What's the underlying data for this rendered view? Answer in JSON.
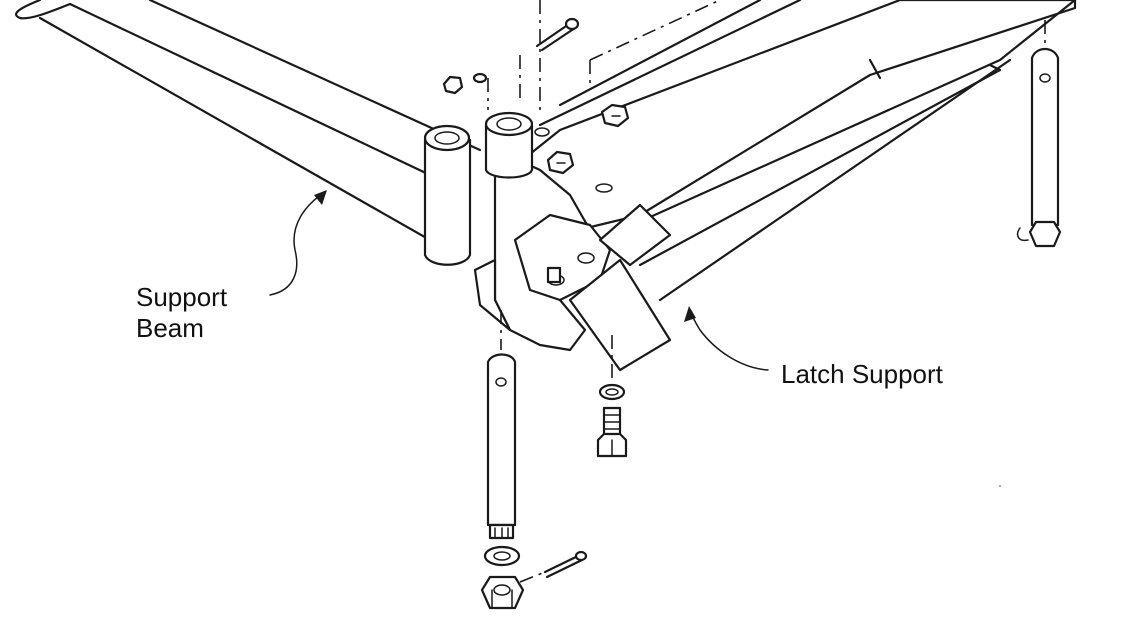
{
  "labels": {
    "support_beam_line1": "Support",
    "support_beam_line2": "Beam",
    "latch_support": "Latch Support"
  },
  "colors": {
    "ink": "#1a1a1a",
    "paper": "#ffffff"
  }
}
